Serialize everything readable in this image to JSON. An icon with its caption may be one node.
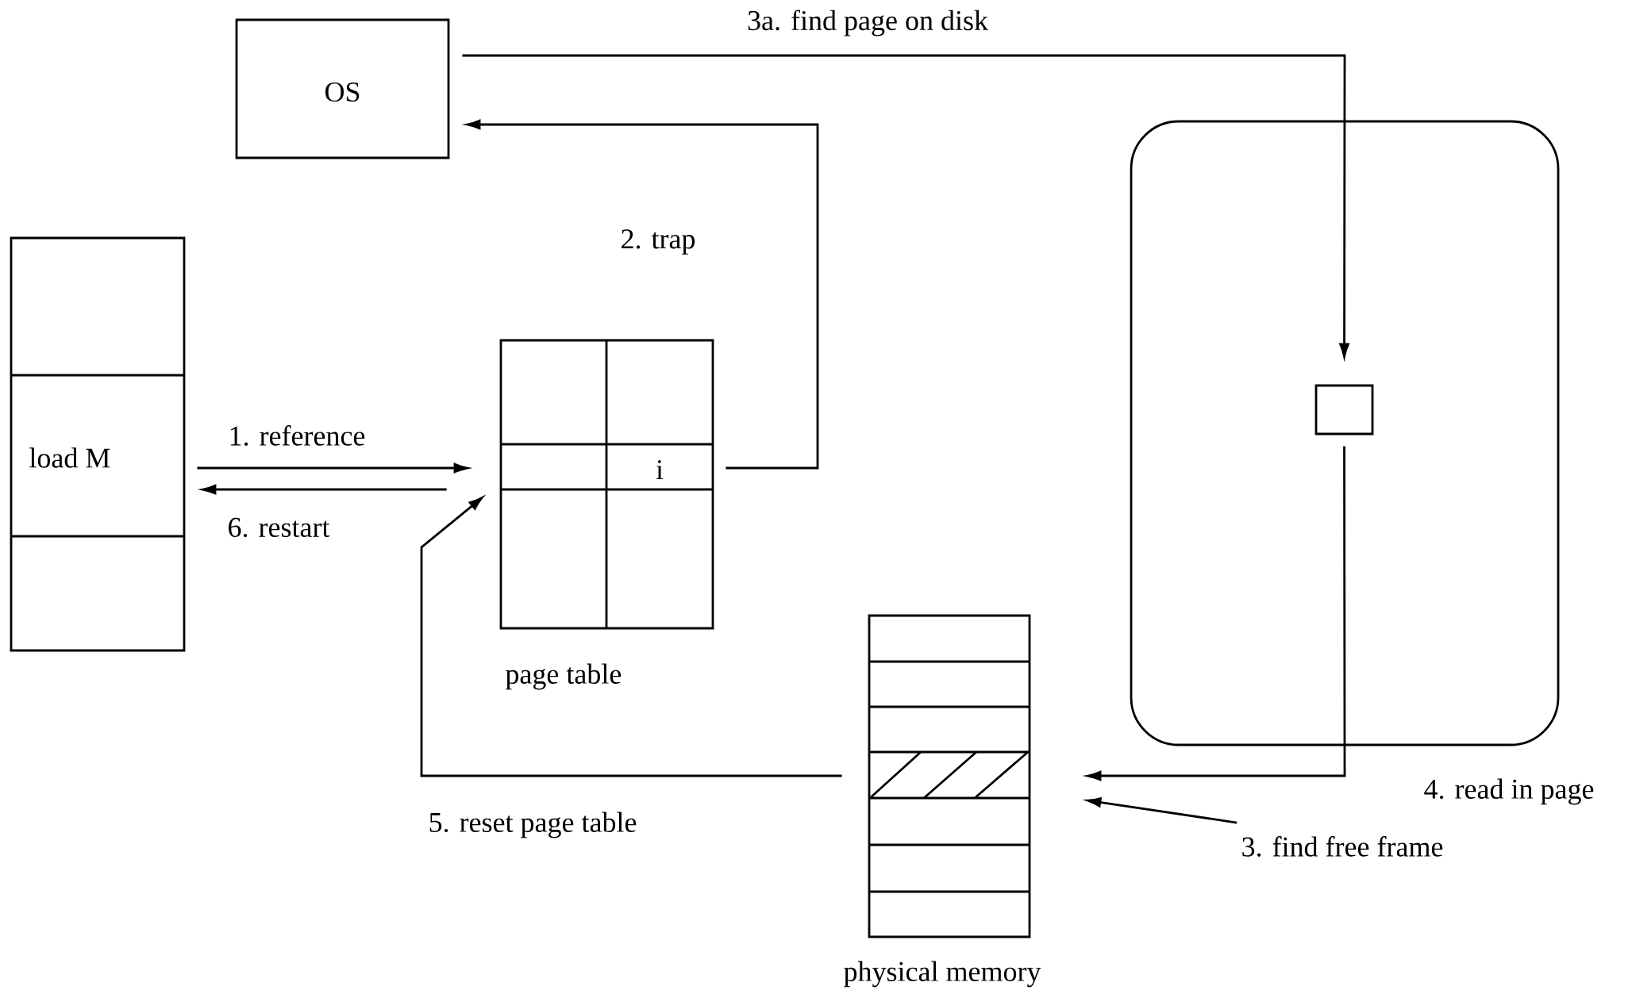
{
  "diagram": {
    "nodes": [
      {
        "text": [
          "OS"
        ]
      },
      {
        "text": [
          "load M"
        ]
      },
      {
        "text": [
          "i"
        ],
        "beside": [
          "page table"
        ]
      },
      {
        "text": [],
        "shape": "box"
      },
      {
        "text": [],
        "shape": "box",
        "in": 3
      },
      {
        "text": [],
        "shape": "box",
        "beside": [
          "physical memory"
        ]
      },
      {
        "text": [
          "3. find free frame"
        ]
      }
    ],
    "edges": [
      {
        "from": 1,
        "to": 2,
        "arrow": "to",
        "label": "1. reference"
      },
      {
        "from": 2,
        "to": 1,
        "arrow": "to",
        "label": "6. restart"
      },
      {
        "from": 2,
        "to": 0,
        "arrow": "to",
        "label": "2. trap"
      },
      {
        "from": 0,
        "to": 4,
        "arrow": "to",
        "label": "3a. find page on disk"
      },
      {
        "from": 4,
        "to": 5,
        "arrow": "to",
        "label": "4. read in page"
      },
      {
        "from": 6,
        "to": 5,
        "arrow": "to"
      },
      {
        "from": 5,
        "to": 2,
        "arrow": "to",
        "label": "5. reset page table"
      }
    ]
  }
}
